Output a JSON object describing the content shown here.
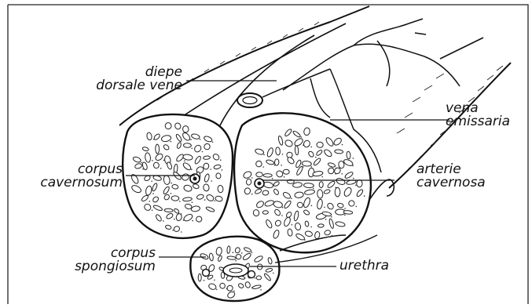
{
  "labels": {
    "diepe_dorsale_vene": {
      "line1": "diepe",
      "line2": "dorsale vene"
    },
    "vena_emissaria": {
      "line1": "vena",
      "line2": "emissaria"
    },
    "corpus_cavernosum": {
      "line1": "corpus",
      "line2": "cavernosum"
    },
    "arterie_cavernosa": {
      "line1": "arterie",
      "line2": "cavernosa"
    },
    "corpus_spongiosum": {
      "line1": "corpus",
      "line2": "spongiosum"
    },
    "urethra": "urethra"
  }
}
